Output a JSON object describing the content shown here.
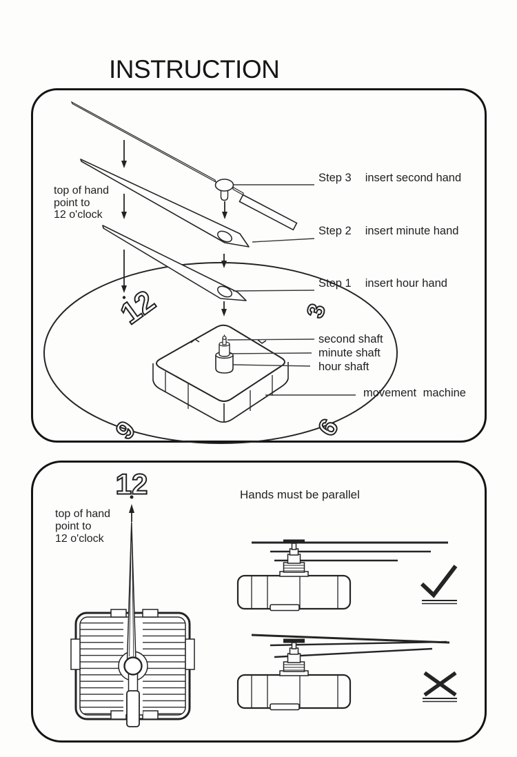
{
  "title": "INSTRUCTION",
  "panel_assembly": {
    "hand_note": [
      "top of hand",
      "point to",
      "12 o'clock"
    ],
    "steps": [
      {
        "label": "Step 3",
        "text": "insert second hand"
      },
      {
        "label": "Step 2",
        "text": "insert minute hand"
      },
      {
        "label": "Step 1",
        "text": "insert hour hand"
      }
    ],
    "part_labels": {
      "second_shaft": "second shaft",
      "minute_shaft": "minute shaft",
      "hour_shaft": "hour shaft",
      "movement": "movement machine"
    },
    "dial_numerals": {
      "n12": "12",
      "n3": "3",
      "n9": "9",
      "n6": "6"
    }
  },
  "panel_alignment": {
    "numeral_12": "12",
    "hand_note": [
      "top of hand",
      "point to",
      "12 o'clock"
    ],
    "heading": "Hands must be parallel"
  },
  "colors": {
    "ink": "#1c1c1c",
    "leader": "#3a3a3a"
  }
}
